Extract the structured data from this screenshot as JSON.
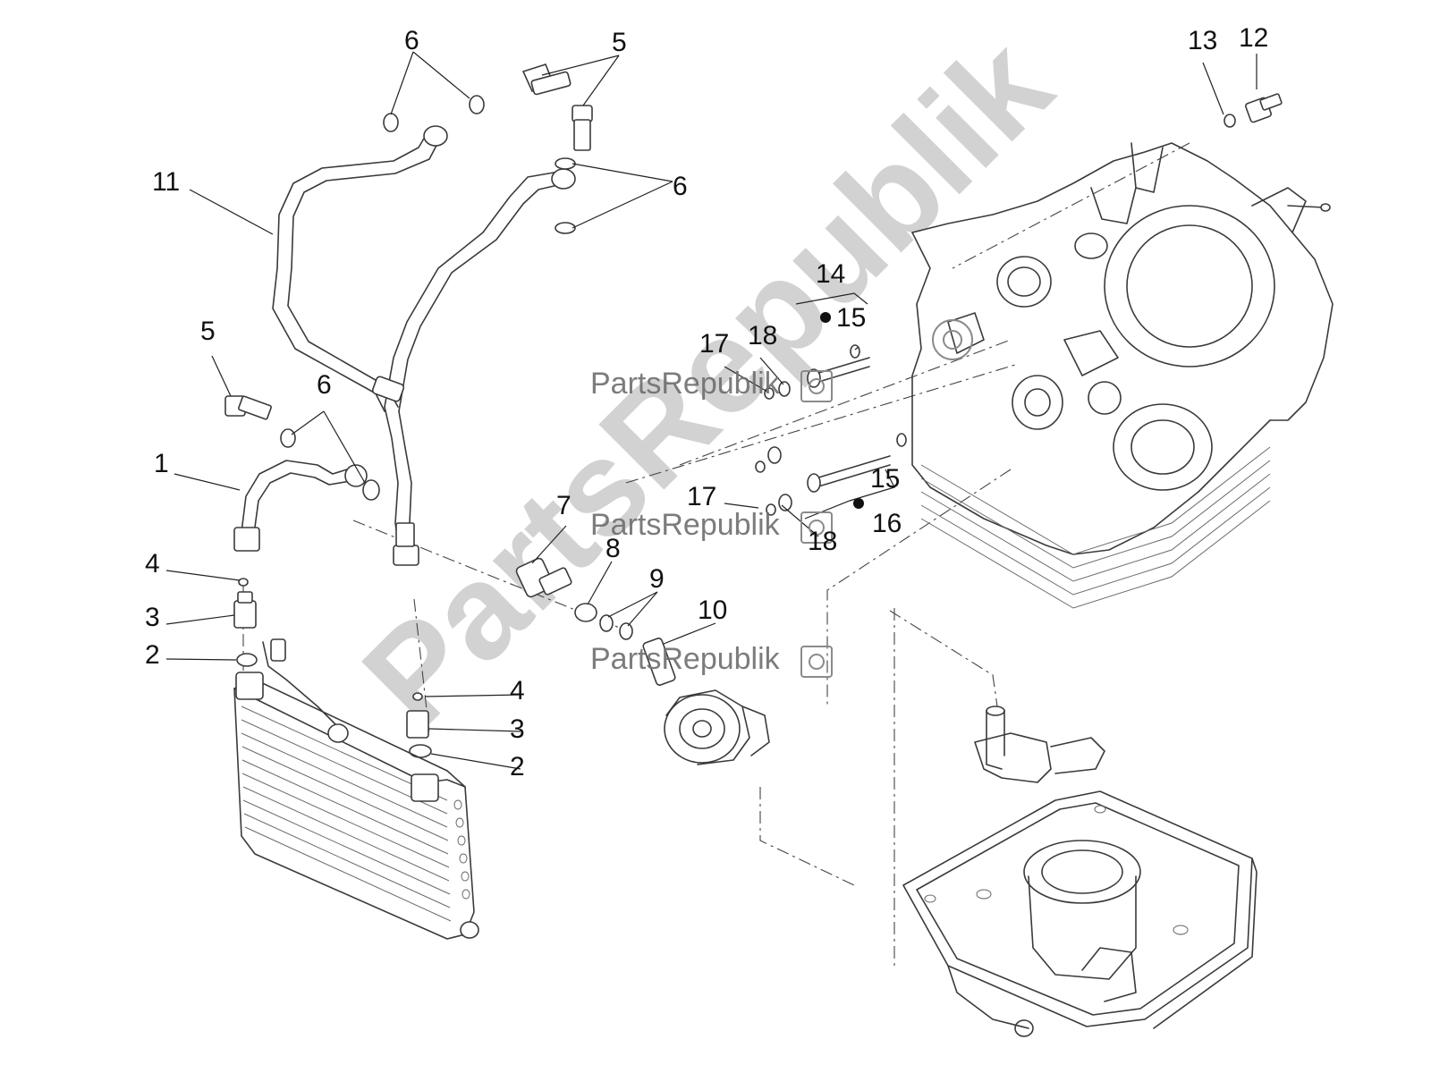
{
  "callouts": {
    "c1": "1",
    "c2a": "2",
    "c2b": "2",
    "c3a": "3",
    "c3b": "3",
    "c4a": "4",
    "c4b": "4",
    "c5a": "5",
    "c5b": "5",
    "c6a": "6",
    "c6b": "6",
    "c6c": "6",
    "c7": "7",
    "c8": "8",
    "c9": "9",
    "c10": "10",
    "c11": "11",
    "c12": "12",
    "c13": "13",
    "c14": "14",
    "c15a": "15",
    "c15b": "15",
    "c16": "16",
    "c17a": "17",
    "c17b": "17",
    "c18a": "18",
    "c18b": "18"
  },
  "watermark": {
    "large": "PartsRepublik",
    "small_1": "PartsRepublik",
    "small_2": "PartsRepublik",
    "small_3": "PartsRepublik"
  },
  "colors": {
    "line": "#3a3a3a",
    "watermark": "#8a8a8a"
  }
}
